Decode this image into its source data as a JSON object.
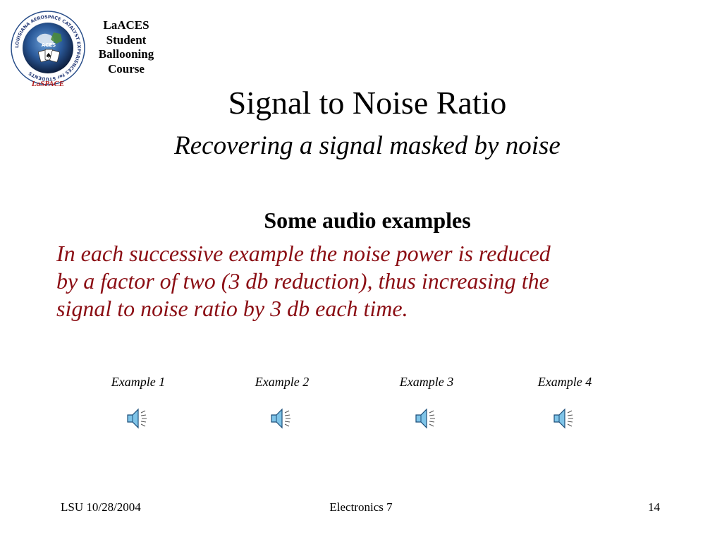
{
  "logo": {
    "ring_text": "LOUISIANA AEROSPACE CATALYST EXPERIENCES for STUDENTS",
    "center_text": "ACES",
    "bottom_text": "LaSPACE",
    "lines": [
      "LaACES",
      "Student",
      "Ballooning",
      "Course"
    ]
  },
  "slide": {
    "title": "Signal to Noise Ratio",
    "subtitle": "Recovering a signal masked by noise",
    "heading": "Some audio examples",
    "body_lines": [
      "In each successive example the noise power is reduced",
      "by a factor of two (3 db reduction), thus increasing the",
      "signal to noise ratio by 3 db each time."
    ],
    "body_color": "#8b0e14"
  },
  "examples": [
    {
      "label": "Example 1",
      "icon": "speaker-icon"
    },
    {
      "label": "Example 2",
      "icon": "speaker-icon"
    },
    {
      "label": "Example 3",
      "icon": "speaker-icon"
    },
    {
      "label": "Example 4",
      "icon": "speaker-icon"
    }
  ],
  "footer": {
    "left": "LSU 10/28/2004",
    "center": "Electronics 7",
    "right": "14"
  }
}
